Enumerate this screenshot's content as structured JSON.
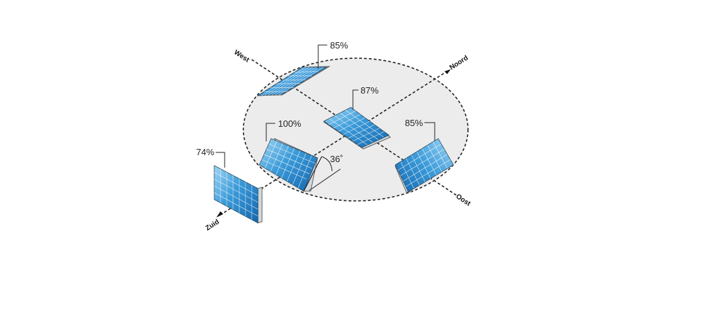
{
  "directions": {
    "north": "Noord",
    "south": "Zuid",
    "east": "Oost",
    "west": "West"
  },
  "tilt_angle": "36˚",
  "panels": [
    {
      "id": "south-vertical",
      "label": "74%"
    },
    {
      "id": "south-tilted",
      "label": "100%"
    },
    {
      "id": "flat-center",
      "label": "87%"
    },
    {
      "id": "west-tilted",
      "label": "85%"
    },
    {
      "id": "east-tilted",
      "label": "85%"
    }
  ],
  "colors": {
    "ellipse_fill": "#ececec",
    "panel_light": "#7cc4ee",
    "panel_dark": "#1a78c2",
    "grid": "#ffffff",
    "frame": "#5a7a90"
  }
}
